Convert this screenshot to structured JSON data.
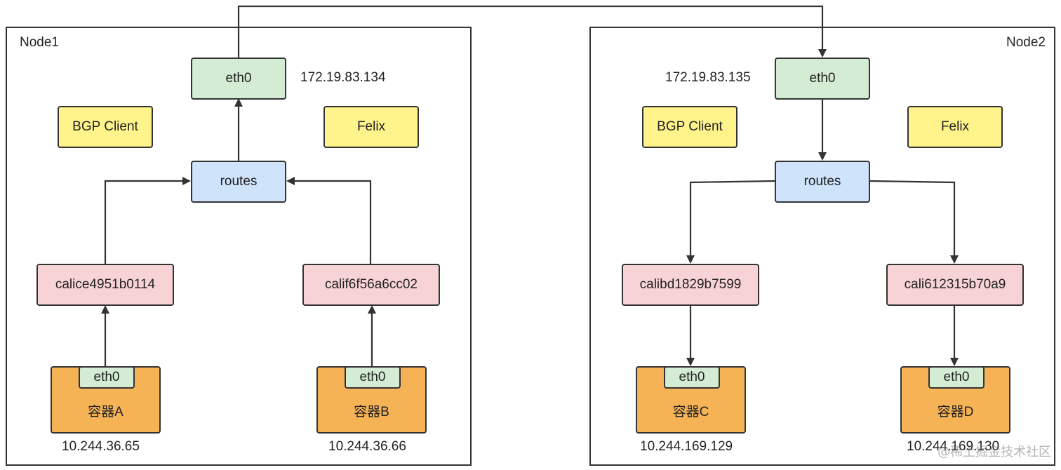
{
  "node1": {
    "label": "Node1",
    "host_eth": "eth0",
    "host_ip": "172.19.83.134",
    "bgp_client": "BGP Client",
    "felix": "Felix",
    "routes": "routes",
    "veth_left": "calice4951b0114",
    "veth_right": "calif6f56a6cc02",
    "container_left": {
      "eth": "eth0",
      "name": "容器A",
      "ip": "10.244.36.65"
    },
    "container_right": {
      "eth": "eth0",
      "name": "容器B",
      "ip": "10.244.36.66"
    }
  },
  "node2": {
    "label": "Node2",
    "host_eth": "eth0",
    "host_ip": "172.19.83.135",
    "bgp_client": "BGP Client",
    "felix": "Felix",
    "routes": "routes",
    "veth_left": "calibd1829b7599",
    "veth_right": "cali612315b70a9",
    "container_left": {
      "eth": "eth0",
      "name": "容器C",
      "ip": "10.244.169.129"
    },
    "container_right": {
      "eth": "eth0",
      "name": "容器D",
      "ip": "10.244.169.130"
    }
  },
  "watermark": "@稀土掘金技术社区",
  "colors": {
    "eth": "#d5ecd4",
    "control": "#fff48c",
    "routes": "#cfe3fb",
    "veth": "#f8d3d6",
    "container": "#f6b356",
    "line": "#333333"
  }
}
